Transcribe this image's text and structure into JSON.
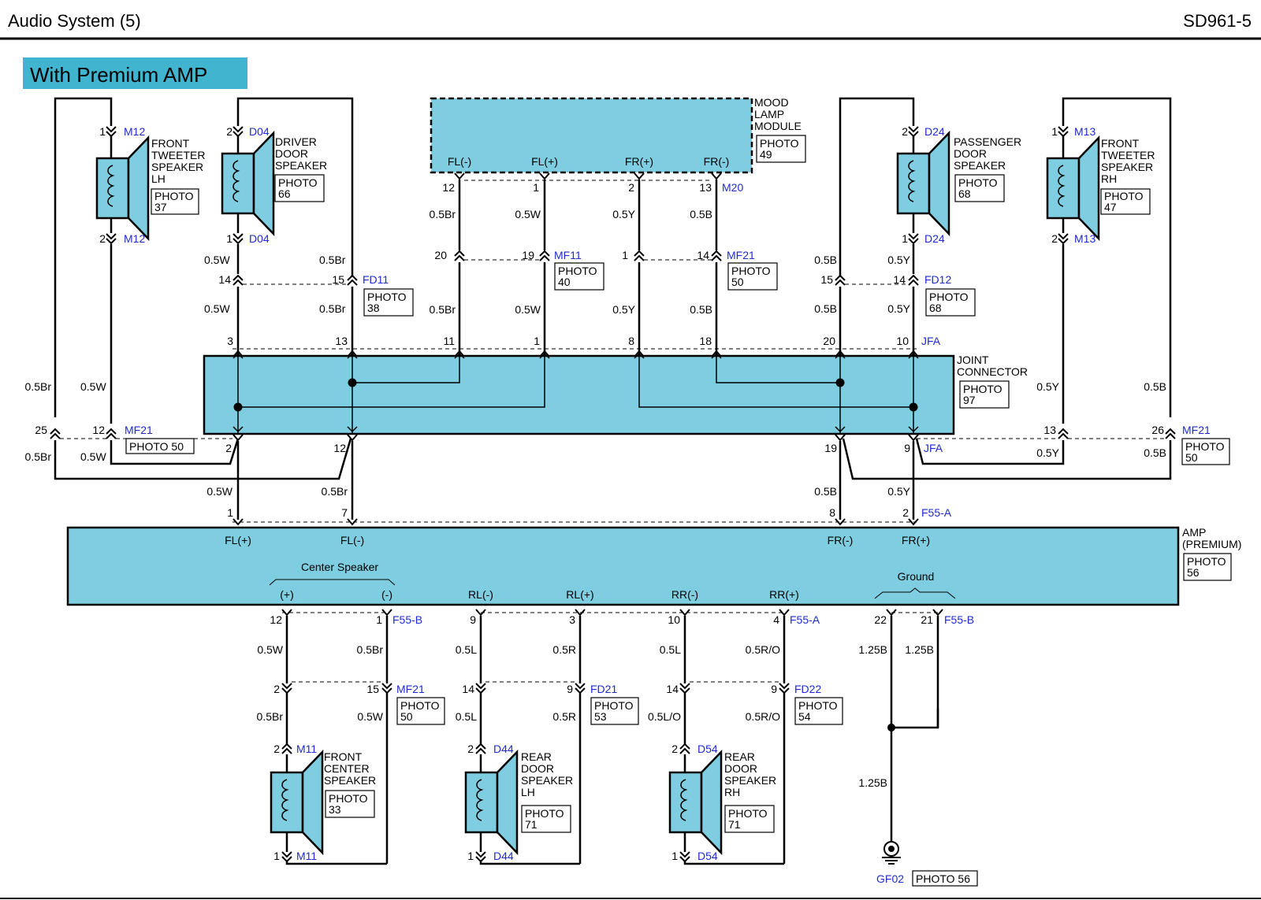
{
  "header": {
    "title": "Audio System (5)",
    "code": "SD961-5"
  },
  "banner": "With Premium AMP",
  "components": {
    "tweeter_lh": {
      "name": [
        "FRONT",
        "TWEETER",
        "SPEAKER",
        "LH"
      ],
      "photo": [
        "PHOTO",
        "37"
      ],
      "conn": "M12",
      "pin_top": "1",
      "pin_bot": "2"
    },
    "driver_door": {
      "name": [
        "DRIVER",
        "DOOR",
        "SPEAKER"
      ],
      "photo": [
        "PHOTO",
        "66"
      ],
      "conn": "D04",
      "pin_top": "2",
      "pin_bot": "1"
    },
    "mood_lamp": {
      "name": [
        "MOOD",
        "LAMP",
        "MODULE"
      ],
      "photo": [
        "PHOTO",
        "49"
      ],
      "conn": "M20",
      "pins": [
        "FL(-)",
        "FL(+)",
        "FR(+)",
        "FR(-)"
      ],
      "pin_nums": [
        "12",
        "1",
        "2",
        "13"
      ]
    },
    "passenger_door": {
      "name": [
        "PASSENGER",
        "DOOR",
        "SPEAKER"
      ],
      "photo": [
        "PHOTO",
        "68"
      ],
      "conn": "D24",
      "pin_top": "2",
      "pin_bot": "1"
    },
    "tweeter_rh": {
      "name": [
        "FRONT",
        "TWEETER",
        "SPEAKER",
        "RH"
      ],
      "photo": [
        "PHOTO",
        "47"
      ],
      "conn": "M13",
      "pin_top": "1",
      "pin_bot": "2"
    },
    "joint": {
      "name": [
        "JOINT",
        "CONNECTOR"
      ],
      "photo": [
        "PHOTO",
        "97"
      ],
      "conn": "JFA",
      "top_pins": [
        "3",
        "13",
        "11",
        "1",
        "8",
        "18",
        "20",
        "10"
      ],
      "bot_pins": [
        "2",
        "12",
        "19",
        "9"
      ]
    },
    "amp": {
      "name": [
        "AMP",
        "(PREMIUM)"
      ],
      "photo": [
        "PHOTO",
        "56"
      ],
      "top_terms": [
        "FL(+)",
        "FL(-)",
        "FR(-)",
        "FR(+)"
      ],
      "top_pins": [
        "1",
        "7",
        "8",
        "2"
      ],
      "top_conn": "F55-A",
      "center_label": "Center Speaker",
      "center_terms": [
        "(+)",
        "(-)"
      ],
      "rear_terms": [
        "RL(-)",
        "RL(+)",
        "RR(-)",
        "RR(+)"
      ],
      "ground_label": "Ground"
    },
    "front_center": {
      "name": [
        "FRONT",
        "CENTER",
        "SPEAKER"
      ],
      "photo": [
        "PHOTO",
        "33"
      ],
      "conn": "M11",
      "pin_top": "2",
      "pin_bot": "1"
    },
    "rear_lh": {
      "name": [
        "REAR",
        "DOOR",
        "SPEAKER",
        "LH"
      ],
      "photo": [
        "PHOTO",
        "71"
      ],
      "conn": "D44",
      "pin_top": "2",
      "pin_bot": "1"
    },
    "rear_rh": {
      "name": [
        "REAR",
        "DOOR",
        "SPEAKER",
        "RH"
      ],
      "photo": [
        "PHOTO",
        "71"
      ],
      "conn": "D54",
      "pin_top": "2",
      "pin_bot": "1"
    },
    "ground": {
      "conn": "GF02",
      "photo": "PHOTO 56"
    }
  },
  "connectors": {
    "fd11": {
      "id": "FD11",
      "photo": [
        "PHOTO",
        "38"
      ],
      "pins": [
        "14",
        "15"
      ]
    },
    "mf11": {
      "id": "MF11",
      "photo": [
        "PHOTO",
        "40"
      ],
      "pins": [
        "20",
        "19"
      ]
    },
    "mf21a": {
      "id": "MF21",
      "photo": [
        "PHOTO",
        "50"
      ],
      "pins": [
        "1",
        "14"
      ]
    },
    "fd12": {
      "id": "FD12",
      "photo": [
        "PHOTO",
        "68"
      ],
      "pins": [
        "15",
        "14"
      ]
    },
    "mf21b": {
      "id": "MF21",
      "photo": "PHOTO 50",
      "pins": [
        "25",
        "12"
      ]
    },
    "mf21c": {
      "id": "MF21",
      "photo": [
        "PHOTO",
        "50"
      ],
      "pins": [
        "13",
        "26"
      ]
    },
    "f55b_center": {
      "id": "F55-B",
      "pins": [
        "12",
        "1"
      ]
    },
    "f55a_rear": {
      "id": "F55-A",
      "pins": [
        "9",
        "3",
        "10",
        "4"
      ]
    },
    "f55b_gnd": {
      "id": "F55-B",
      "pins": [
        "22",
        "21"
      ]
    },
    "mf21d": {
      "id": "MF21",
      "photo": [
        "PHOTO",
        "50"
      ],
      "pins": [
        "2",
        "15"
      ]
    },
    "fd21": {
      "id": "FD21",
      "photo": [
        "PHOTO",
        "53"
      ],
      "pins": [
        "14",
        "9"
      ]
    },
    "fd22": {
      "id": "FD22",
      "photo": [
        "PHOTO",
        "54"
      ],
      "pins": [
        "14",
        "9"
      ]
    }
  },
  "wires": {
    "w05W": "0.5W",
    "w05Br": "0.5Br",
    "w05B": "0.5B",
    "w05Y": "0.5Y",
    "w05L": "0.5L",
    "w05R": "0.5R",
    "w05RO": "0.5R/O",
    "w05LO": "0.5L/O",
    "w125B": "1.25B"
  }
}
